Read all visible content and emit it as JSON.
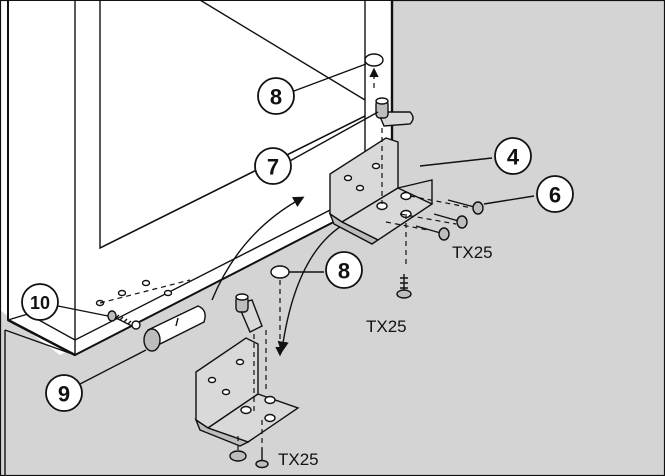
{
  "callouts": {
    "c4": "4",
    "c6": "6",
    "c7": "7",
    "c8_top": "8",
    "c8_bottom": "8",
    "c9": "9",
    "c10": "10"
  },
  "screw_labels": {
    "right_upper": "TX25",
    "right_lower": "TX25",
    "bottom": "TX25"
  },
  "colors": {
    "wall": "#d4d4d4",
    "background": "#ffffff",
    "line": "#111111"
  }
}
